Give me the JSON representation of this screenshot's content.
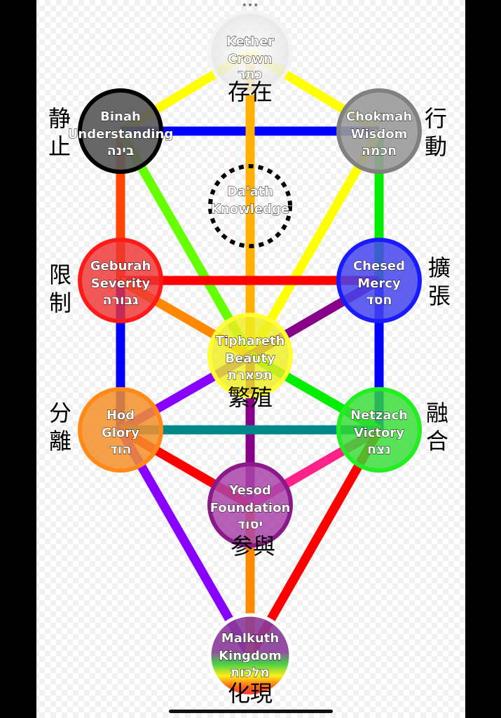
{
  "sephirot": {
    "kether": {
      "name": "Kether",
      "meaning": "Crown",
      "hebrew": "כתר",
      "color": "#f0f0f0"
    },
    "chokmah": {
      "name": "Chokmah",
      "meaning": "Wisdom",
      "hebrew": "חכמה",
      "color": "#8a8a8a"
    },
    "binah": {
      "name": "Binah",
      "meaning": "Understanding",
      "hebrew": "בינה",
      "color": "#5a5a5a"
    },
    "daath": {
      "name": "Da'ath",
      "meaning": "Knowledge",
      "hebrew": ""
    },
    "chesed": {
      "name": "Chesed",
      "meaning": "Mercy",
      "hebrew": "חסד",
      "color": "#4444ee"
    },
    "geburah": {
      "name": "Geburah",
      "meaning": "Severity",
      "hebrew": "גבורה",
      "color": "#ee3333"
    },
    "tiphareth": {
      "name": "Tiphareth",
      "meaning": "Beauty",
      "hebrew": "תפארת",
      "color": "#eeee22"
    },
    "netzach": {
      "name": "Netzach",
      "meaning": "Victory",
      "hebrew": "נצח",
      "color": "#33dd33"
    },
    "hod": {
      "name": "Hod",
      "meaning": "Glory",
      "hebrew": "הוד",
      "color": "#f5902a"
    },
    "yesod": {
      "name": "Yesod",
      "meaning": "Foundation",
      "hebrew": "יסוד",
      "color": "#aa44aa"
    },
    "malkuth": {
      "name": "Malkuth",
      "meaning": "Kingdom",
      "hebrew": "מלכות"
    }
  },
  "annotations": {
    "kether": "存在",
    "binah": "静止",
    "chokmah": "行動",
    "geburah": "限制",
    "chesed": "擴張",
    "hod": "分離",
    "netzach": "融合",
    "tiphareth": "繁殖",
    "yesod": "参與",
    "malkuth": "化現"
  },
  "path_colors": {
    "yellow": "#ffff00",
    "blue": "#0000ff",
    "orange": "#ffb000",
    "green": "#66ff00",
    "red": "#ff0000",
    "orangered": "#ff4400",
    "darkorange": "#ff8800",
    "purple": "#880088",
    "violet": "#8800ff",
    "teal": "#008888",
    "pink": "#ff2288",
    "lime": "#00ee00"
  }
}
